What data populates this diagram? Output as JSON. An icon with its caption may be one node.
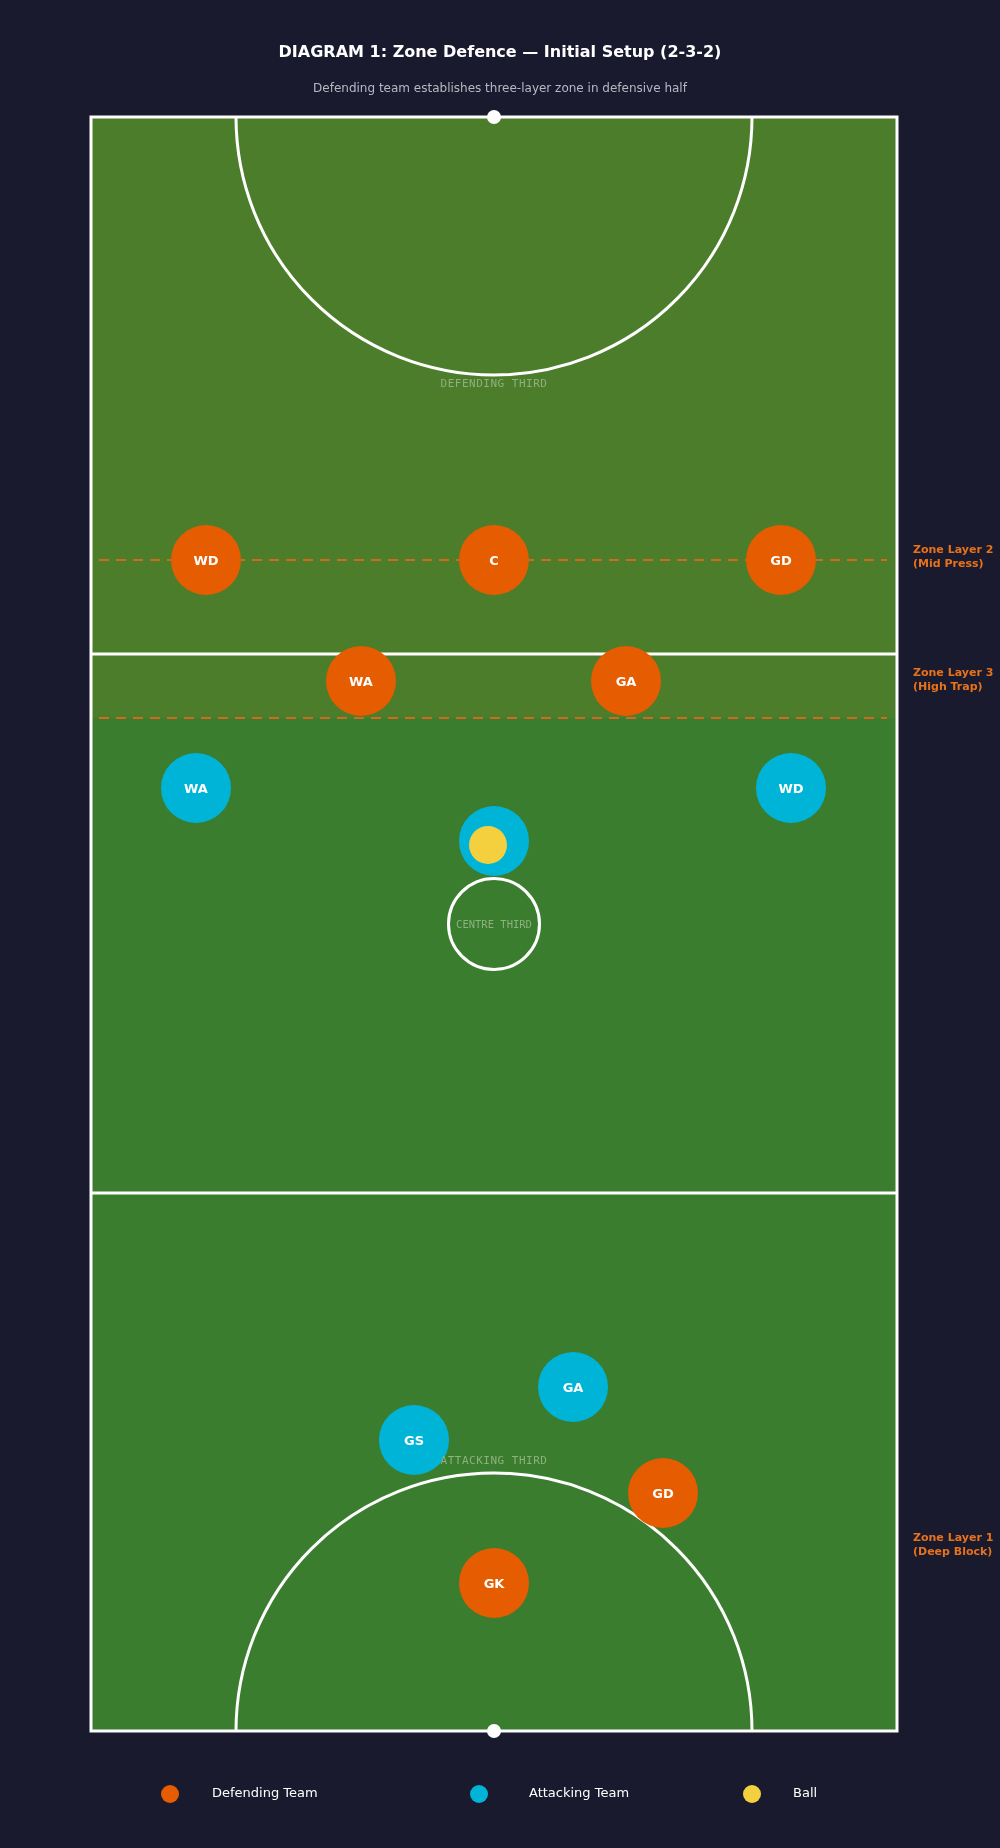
{
  "diagram": {
    "title": "DIAGRAM 1: Zone Defence — Initial Setup (2-3-2)",
    "caption": "Defending team establishes three-layer zone in defensive half",
    "nodes": [
      {
        "text": [
          "WD"
        ]
      },
      {
        "text": [
          "C"
        ]
      },
      {
        "text": [
          "GD"
        ]
      },
      {
        "text": [
          "WA"
        ]
      },
      {
        "text": [
          "GA"
        ]
      },
      {
        "text": [
          "WA"
        ]
      },
      {
        "text": [
          "WD"
        ]
      },
      {
        "text": [],
        "shape": "circle"
      },
      {
        "text": [],
        "shape": "circle",
        "in": 7
      },
      {
        "text": [
          "CENTRE THIRD"
        ]
      },
      {
        "text": [
          "GA"
        ]
      },
      {
        "text": [
          "GS"
        ]
      },
      {
        "text": [
          "GD"
        ]
      },
      {
        "text": [
          "GK"
        ]
      }
    ],
    "labels": [
      "DEFENDING THIRD",
      "Zone Layer 2 (Mid Press)",
      "Zone Layer 3 (High Trap)",
      "ATTACKING THIRD",
      "Zone Layer 1 (Deep Block)"
    ],
    "legend": [
      {
        "text": "Defending Team",
        "color": "#e65c00"
      },
      {
        "text": "Attacking Team",
        "color": "#00b4d8"
      },
      {
        "text": "Ball",
        "color": "#f4d03f"
      }
    ]
  }
}
